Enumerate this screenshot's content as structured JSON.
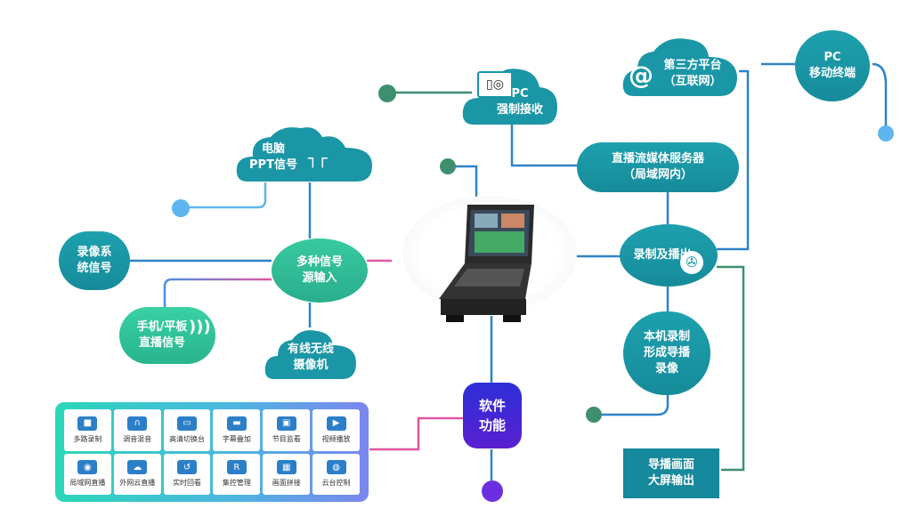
{
  "colors": {
    "teal": "#1a96a6",
    "line_blue": "#2f83c8",
    "dot_green": "#3e8f6e",
    "dot_blue": "#5fb6ee",
    "dot_purple": "#6b2fe0",
    "pink": "#e056a0"
  },
  "clouds": {
    "pc_force": {
      "text": "PC\n强制接收",
      "icon": "projector-icon"
    },
    "pc_ppt": {
      "text": "电脑\nPPT信号",
      "icon": "vga-connector-icon"
    },
    "third_party": {
      "text": "第三方平台\n（互联网）",
      "icon": "at-sign-icon"
    },
    "camera": {
      "text": "有线无线\n摄像机"
    }
  },
  "nodes": {
    "pc_mobile": "PC\n移动终端",
    "streaming_server": "直播流媒体服务器\n（局域网内）",
    "record_broadcast": "录制及播出",
    "local_record": "本机录制\n形成导播\n录像",
    "big_screen": "导播画面\n大屏输出",
    "record_system": "录像系\n统信号",
    "multi_source": "多种信号\n源输入",
    "phone_tablet": "手机/平板\n直播信号",
    "software": "软件\n功能"
  },
  "features": [
    {
      "label": "多路录制",
      "icon": "camera-icon"
    },
    {
      "label": "调音混音",
      "icon": "headphones-icon"
    },
    {
      "label": "高清切换台",
      "icon": "switcher-icon"
    },
    {
      "label": "字幕叠加",
      "icon": "subtitle-icon"
    },
    {
      "label": "节目监看",
      "icon": "monitor-icon"
    },
    {
      "label": "视频播放",
      "icon": "play-icon"
    },
    {
      "label": "局域网直播",
      "icon": "lan-camera-icon"
    },
    {
      "label": "外网云直播",
      "icon": "cloud-live-icon"
    },
    {
      "label": "实时回看",
      "icon": "replay-icon"
    },
    {
      "label": "集控管理",
      "icon": "remote-icon"
    },
    {
      "label": "画面拼接",
      "icon": "grid-icon"
    },
    {
      "label": "云台控制",
      "icon": "ptz-icon"
    }
  ]
}
